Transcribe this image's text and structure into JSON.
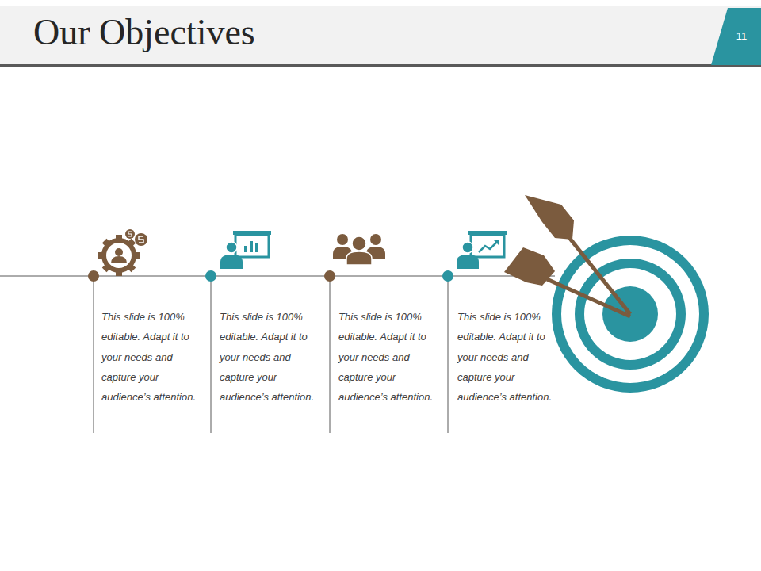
{
  "diagram": {
    "title": "Our Objectives",
    "nodes": [
      {
        "text": [
          "11"
        ]
      }
    ],
    "labels": [
      "This slide is 100% editable. Adapt it to your needs and capture your audience’s attention.",
      "This slide is 100% editable. Adapt it to your needs and capture your audience’s attention.",
      "This slide is 100% editable. Adapt it to your needs and capture your audience’s attention.",
      "This slide is 100% editable. Adapt it to your needs and capture your audience’s attention."
    ]
  }
}
